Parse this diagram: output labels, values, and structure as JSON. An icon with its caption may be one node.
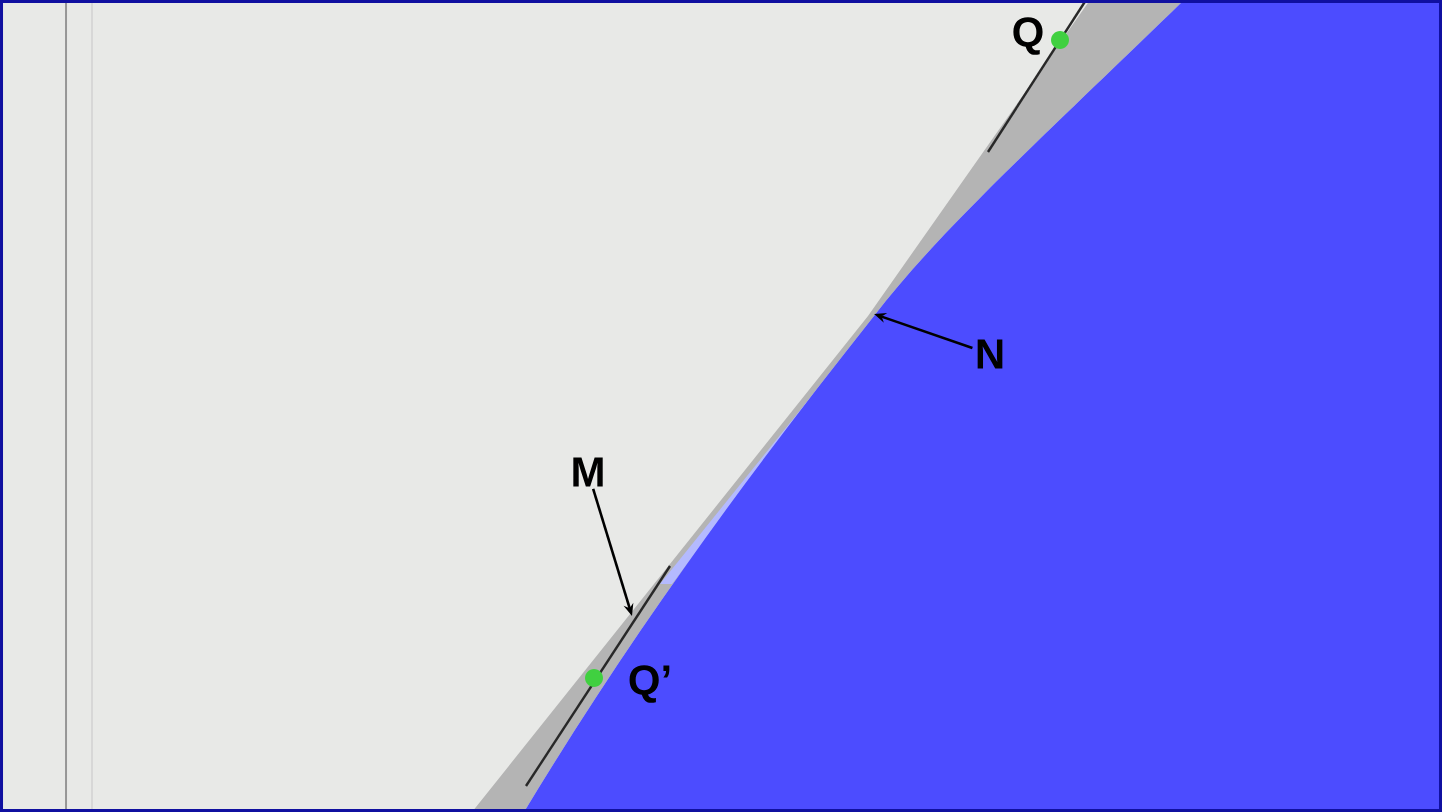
{
  "diagram": {
    "nodes": [
      {
        "text": [
          "N"
        ]
      },
      {
        "text": [
          "M"
        ]
      }
    ],
    "edges": [
      {
        "from": 0,
        "to": null,
        "arrow": "to"
      },
      {
        "from": 1,
        "to": null,
        "arrow": "to"
      }
    ],
    "labels": [
      "Q",
      "Q’"
    ]
  }
}
